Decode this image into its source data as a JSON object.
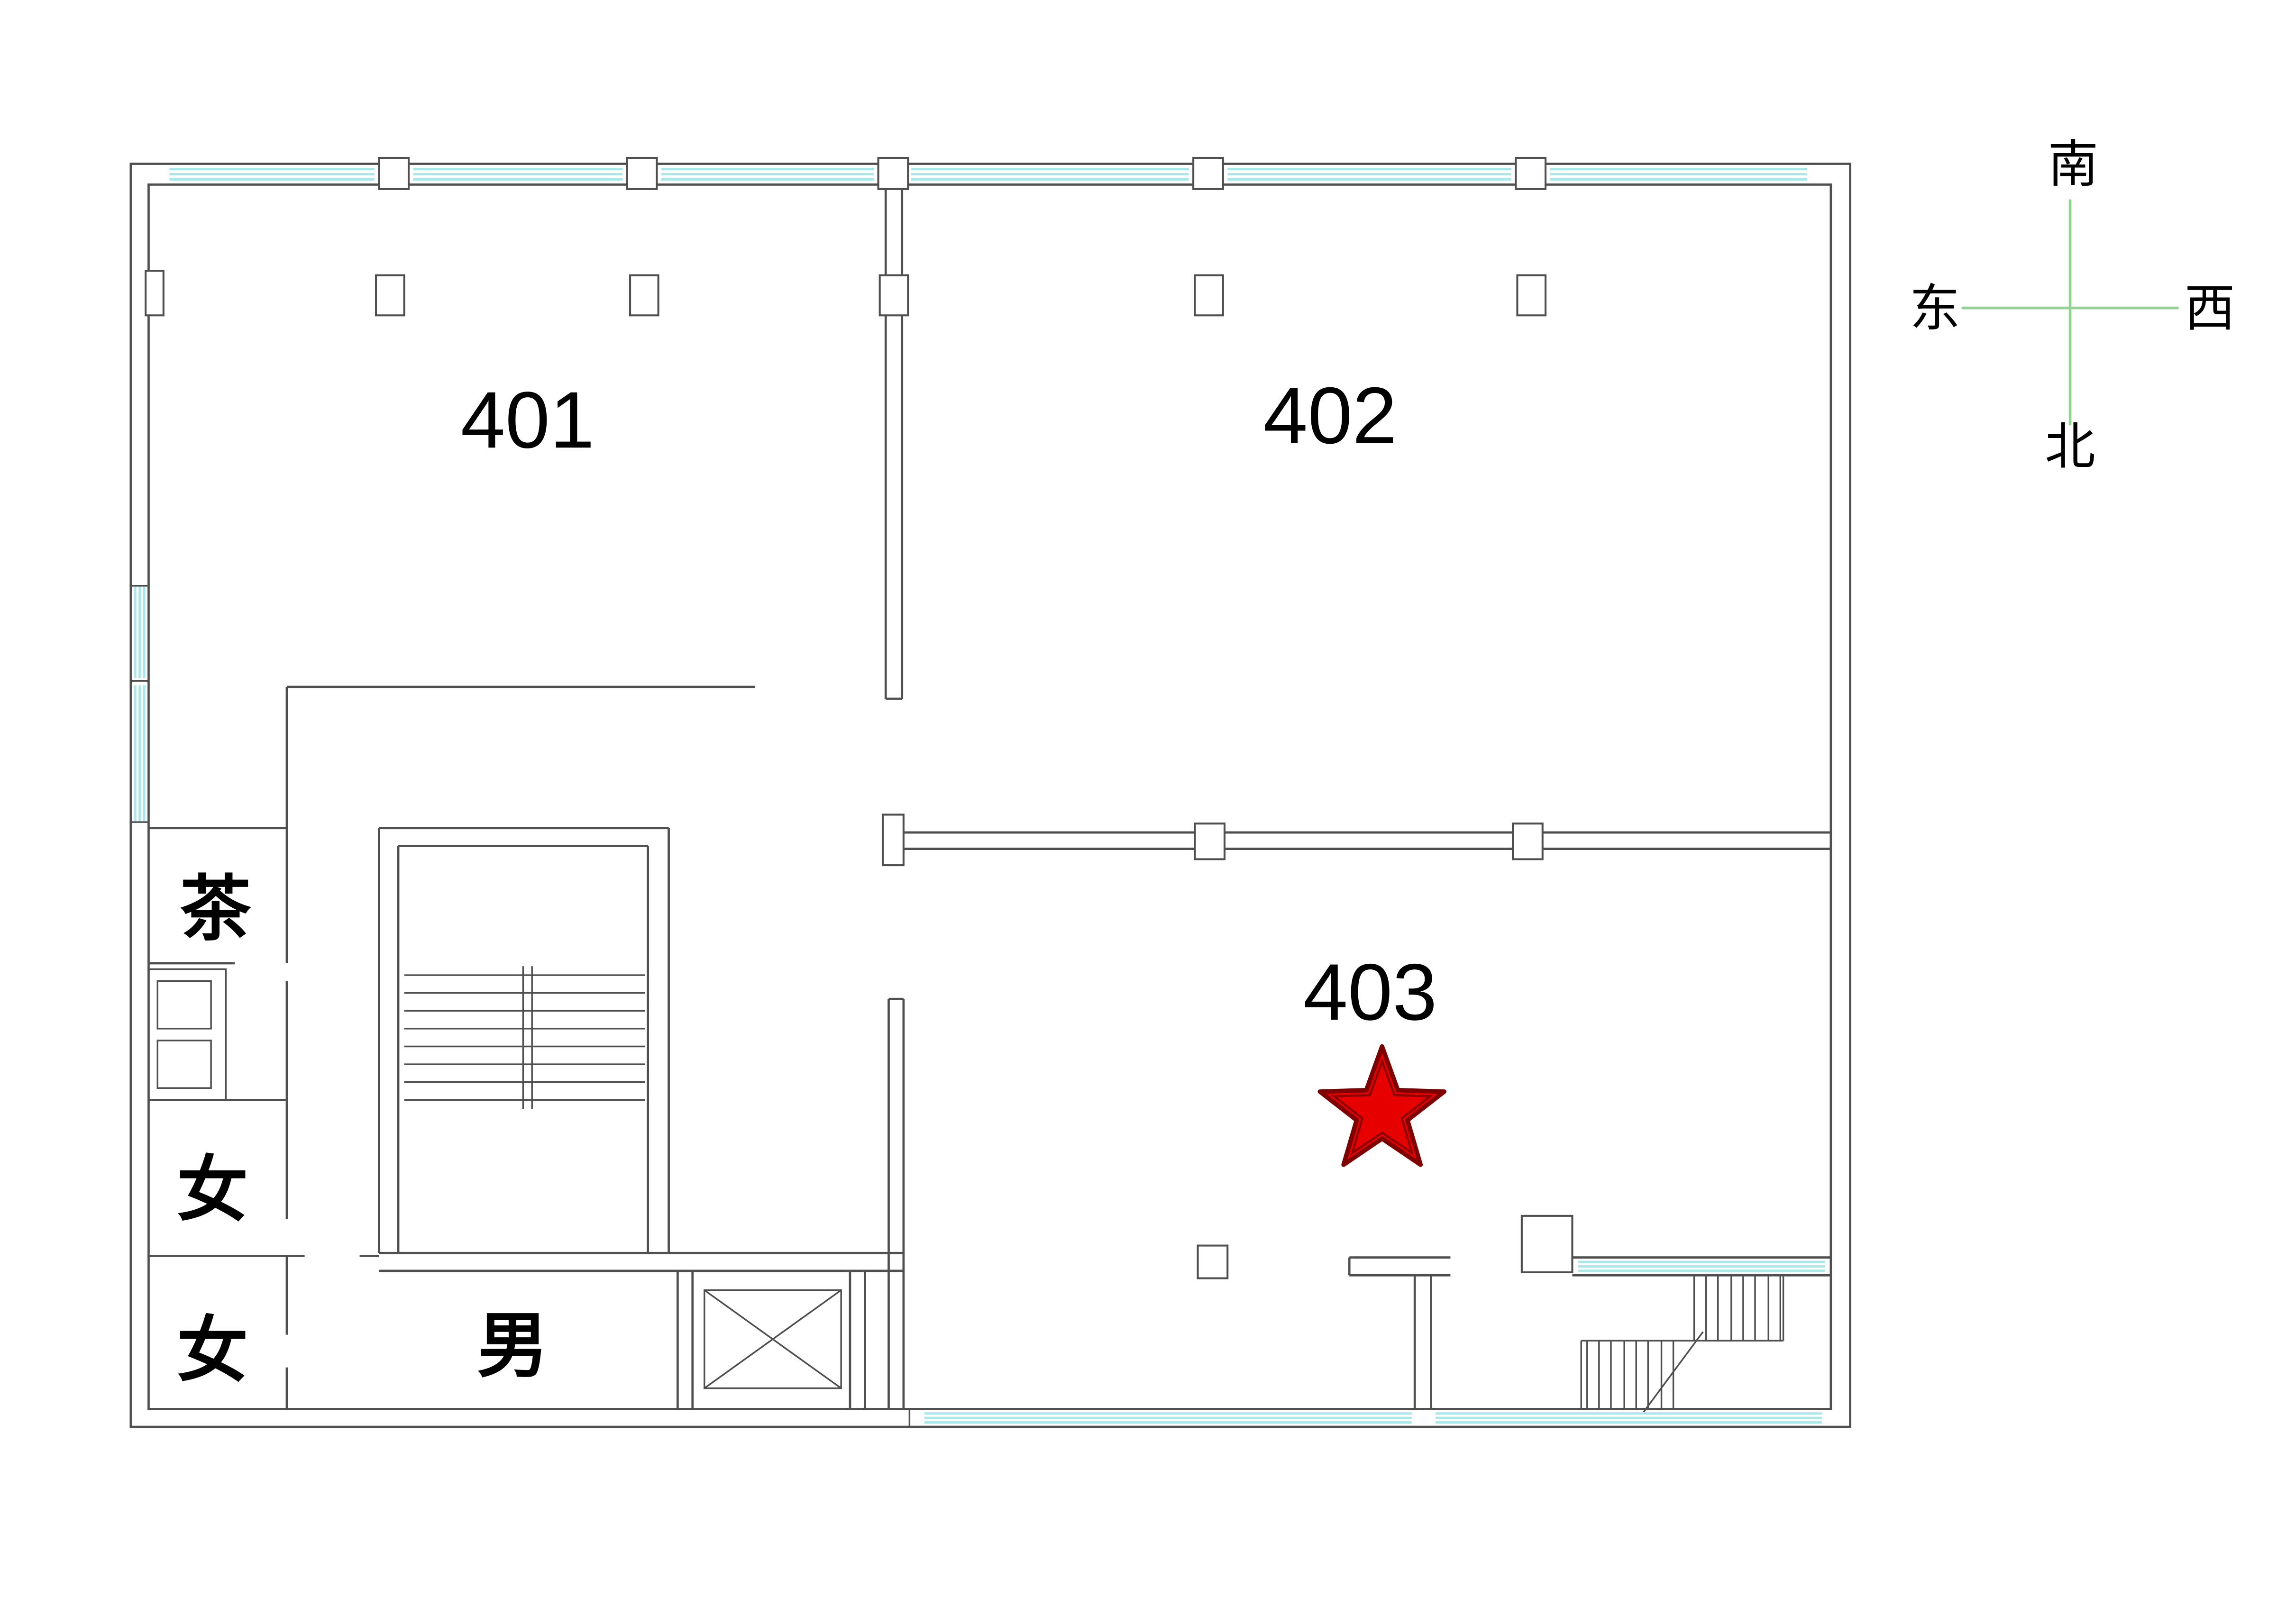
{
  "rooms": {
    "r401": {
      "label": "401"
    },
    "r402": {
      "label": "402"
    },
    "r403": {
      "label": "403"
    }
  },
  "facilities": {
    "tea_room": "茶",
    "womens_room_upper": "女",
    "womens_room_lower": "女",
    "mens_room": "男"
  },
  "compass": {
    "top": "南",
    "bottom": "北",
    "left": "东",
    "right": "西"
  },
  "colors": {
    "wall": "#4f4f4f",
    "window": "#a8e8ea",
    "compass_line": "#94d294",
    "star_fill": "#e60000",
    "star_outline": "#7e0000",
    "text": "#000000"
  }
}
